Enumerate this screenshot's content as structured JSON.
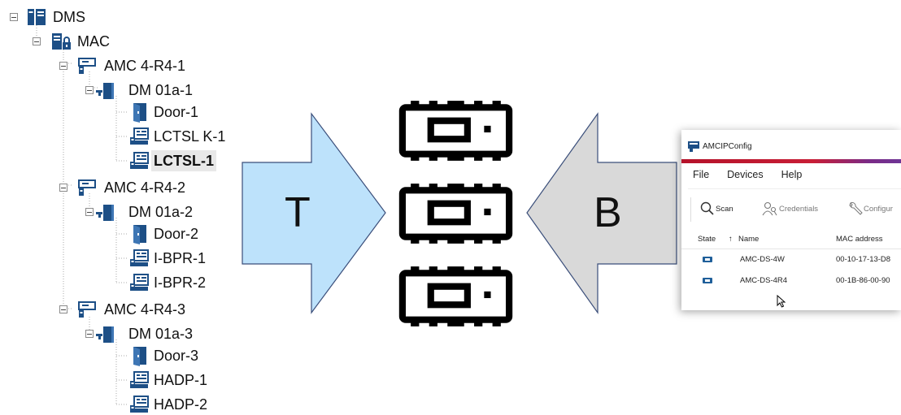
{
  "tree": {
    "root": {
      "label": "DMS"
    },
    "mac": {
      "label": "MAC"
    },
    "controllers": [
      {
        "label": "AMC 4-R4-1",
        "module": "DM 01a-1",
        "children": [
          "Door-1",
          "LCTSL K-1",
          "LCTSL-1"
        ]
      },
      {
        "label": "AMC 4-R4-2",
        "module": "DM 01a-2",
        "children": [
          "Door-2",
          "I-BPR-1",
          "I-BPR-2"
        ]
      },
      {
        "label": "AMC 4-R4-3",
        "module": "DM 01a-3",
        "children": [
          "Door-3",
          "HADP-1",
          "HADP-2"
        ]
      }
    ],
    "selected": "LCTSL-1"
  },
  "diagram": {
    "left_arrow_letter": "T",
    "right_arrow_letter": "B",
    "left_arrow_color": "#bde2fb",
    "right_arrow_color": "#d9d9d9"
  },
  "amcipconfig": {
    "title": "AMCIPConfig",
    "menu": [
      "File",
      "Devices",
      "Help"
    ],
    "toolbar": [
      {
        "label": "Scan",
        "icon": "magnifier-icon"
      },
      {
        "label": "Credentials",
        "icon": "users-key-icon"
      },
      {
        "label": "Configur",
        "icon": "wrench-icon"
      }
    ],
    "columns": {
      "state": "State",
      "name": "Name",
      "mac": "MAC address"
    },
    "rows": [
      {
        "name": "AMC-DS-4W",
        "mac": "00-10-17-13-D8"
      },
      {
        "name": "AMC-DS-4R4",
        "mac": "00-1B-86-00-90"
      }
    ],
    "accent": "#c81e36"
  }
}
